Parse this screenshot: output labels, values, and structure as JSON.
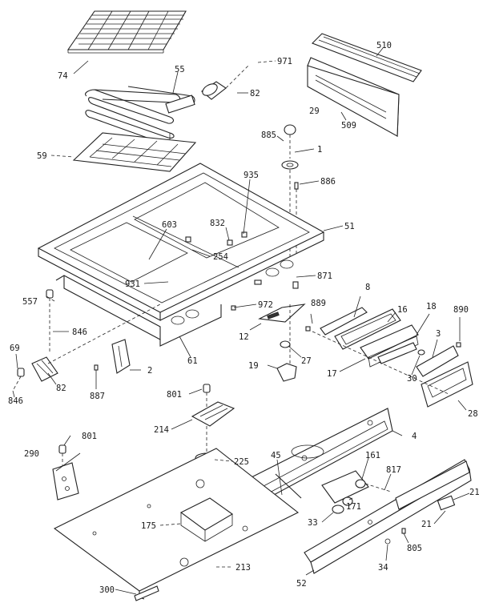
{
  "callouts": [
    {
      "id": "74",
      "text": "74"
    },
    {
      "id": "55",
      "text": "55"
    },
    {
      "id": "971",
      "text": "971"
    },
    {
      "id": "82a",
      "text": "82"
    },
    {
      "id": "510",
      "text": "510"
    },
    {
      "id": "509",
      "text": "509"
    },
    {
      "id": "29",
      "text": "29"
    },
    {
      "id": "885",
      "text": "885"
    },
    {
      "id": "1",
      "text": "1"
    },
    {
      "id": "886",
      "text": "886"
    },
    {
      "id": "59",
      "text": "59"
    },
    {
      "id": "935",
      "text": "935"
    },
    {
      "id": "51",
      "text": "51"
    },
    {
      "id": "603",
      "text": "603"
    },
    {
      "id": "832",
      "text": "832"
    },
    {
      "id": "254",
      "text": "254"
    },
    {
      "id": "871",
      "text": "871"
    },
    {
      "id": "931",
      "text": "931"
    },
    {
      "id": "557",
      "text": "557"
    },
    {
      "id": "972",
      "text": "972"
    },
    {
      "id": "8",
      "text": "8"
    },
    {
      "id": "889",
      "text": "889"
    },
    {
      "id": "16",
      "text": "16"
    },
    {
      "id": "18",
      "text": "18"
    },
    {
      "id": "890",
      "text": "890"
    },
    {
      "id": "846a",
      "text": "846"
    },
    {
      "id": "12",
      "text": "12"
    },
    {
      "id": "3",
      "text": "3"
    },
    {
      "id": "69",
      "text": "69"
    },
    {
      "id": "61",
      "text": "61"
    },
    {
      "id": "27",
      "text": "27"
    },
    {
      "id": "2",
      "text": "2"
    },
    {
      "id": "19",
      "text": "19"
    },
    {
      "id": "17",
      "text": "17"
    },
    {
      "id": "30",
      "text": "30"
    },
    {
      "id": "82b",
      "text": "82"
    },
    {
      "id": "887",
      "text": "887"
    },
    {
      "id": "846b",
      "text": "846"
    },
    {
      "id": "801a",
      "text": "801"
    },
    {
      "id": "28",
      "text": "28"
    },
    {
      "id": "214",
      "text": "214"
    },
    {
      "id": "4",
      "text": "4"
    },
    {
      "id": "801b",
      "text": "801"
    },
    {
      "id": "290",
      "text": "290"
    },
    {
      "id": "225",
      "text": "225"
    },
    {
      "id": "45",
      "text": "45"
    },
    {
      "id": "161",
      "text": "161"
    },
    {
      "id": "817",
      "text": "817"
    },
    {
      "id": "171",
      "text": "171"
    },
    {
      "id": "21a",
      "text": "21"
    },
    {
      "id": "175",
      "text": "175"
    },
    {
      "id": "33",
      "text": "33"
    },
    {
      "id": "21b",
      "text": "21"
    },
    {
      "id": "805",
      "text": "805"
    },
    {
      "id": "213",
      "text": "213"
    },
    {
      "id": "34",
      "text": "34"
    },
    {
      "id": "52",
      "text": "52"
    },
    {
      "id": "300",
      "text": "300"
    }
  ]
}
